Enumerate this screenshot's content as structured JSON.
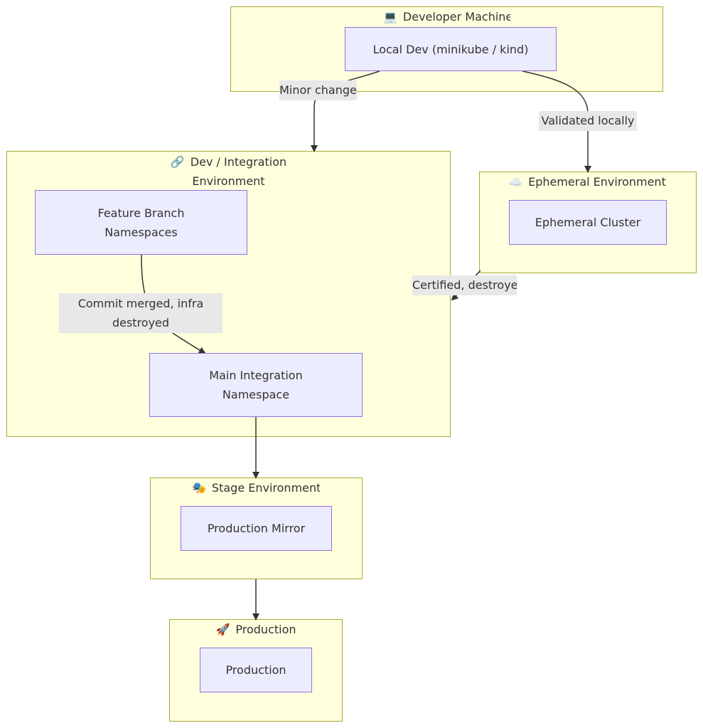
{
  "clusters": {
    "developer_machine": {
      "emoji": "💻",
      "label": "Developer Machine"
    },
    "dev_integration": {
      "emoji": "🔗",
      "label": "Dev / Integration Environment"
    },
    "ephemeral": {
      "emoji": "☁️",
      "label": "Ephemeral Environment"
    },
    "stage": {
      "emoji": "🎭",
      "label": "Stage Environment"
    },
    "production": {
      "emoji": "🚀",
      "label": "Production"
    }
  },
  "nodes": {
    "local_dev": "Local Dev (minikube / kind)",
    "feature_branch": "Feature Branch Namespaces",
    "main_integration": "Main Integration Namespace",
    "ephemeral_cluster": "Ephemeral Cluster",
    "production_mirror": "Production Mirror",
    "production": "Production"
  },
  "edges": {
    "minor_change": "Minor change",
    "validated_locally": "Validated locally",
    "certified_destroyed": "Certified, destroyed",
    "commit_merged": "Commit merged, infra destroyed"
  },
  "colors": {
    "cluster_fill": "#ffffde",
    "cluster_border": "#aaaa33",
    "node_fill": "#ececff",
    "node_border": "#9370db",
    "edge": "#333333",
    "edge_label_bg": "#e8e8e8"
  }
}
